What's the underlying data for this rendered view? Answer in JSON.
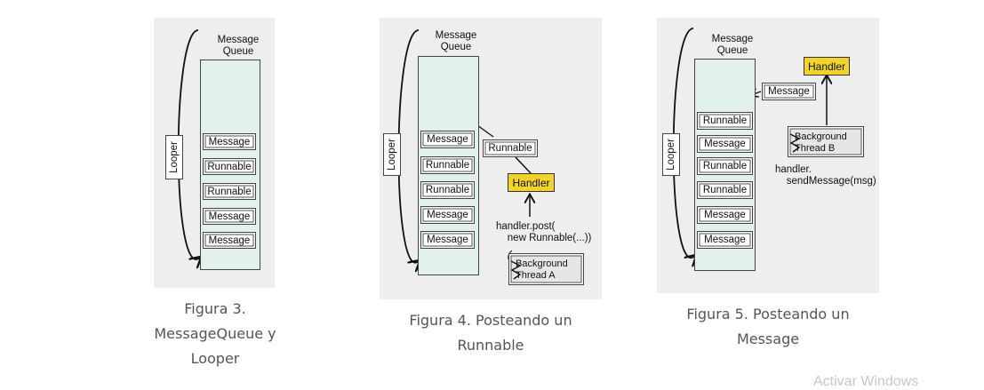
{
  "figure3": {
    "queue_title": "Message\nQueue",
    "looper": "Looper",
    "items": [
      "Message",
      "Runnable",
      "Runnable",
      "Message",
      "Message"
    ],
    "caption": [
      "Figura 3.",
      "MessageQueue y",
      "Looper"
    ]
  },
  "figure4": {
    "queue_title": "Message\nQueue",
    "looper": "Looper",
    "items": [
      "Message",
      "Runnable",
      "Runnable",
      "Message",
      "Message"
    ],
    "runnable": "Runnable",
    "handler": "Handler",
    "code": "handler.post(\n    new Runnable(...))",
    "thread": "Background\nThread A",
    "caption": [
      "Figura 4. Posteando un",
      "Runnable"
    ]
  },
  "figure5": {
    "queue_title": "Message\nQueue",
    "looper": "Looper",
    "items": [
      "Runnable",
      "Message",
      "Runnable",
      "Runnable",
      "Message",
      "Message"
    ],
    "message": "Message",
    "handler": "Handler",
    "code": "handler.\n    sendMessage(msg)",
    "thread": "Background\nThread B",
    "caption": [
      "Figura 5. Posteando un",
      "Message"
    ]
  },
  "watermark": "Activar Windows",
  "colors": {
    "handler": "#f3d42a",
    "queue": "#e3f1ee",
    "panel": "#eeeeee",
    "caption": "#555555"
  }
}
